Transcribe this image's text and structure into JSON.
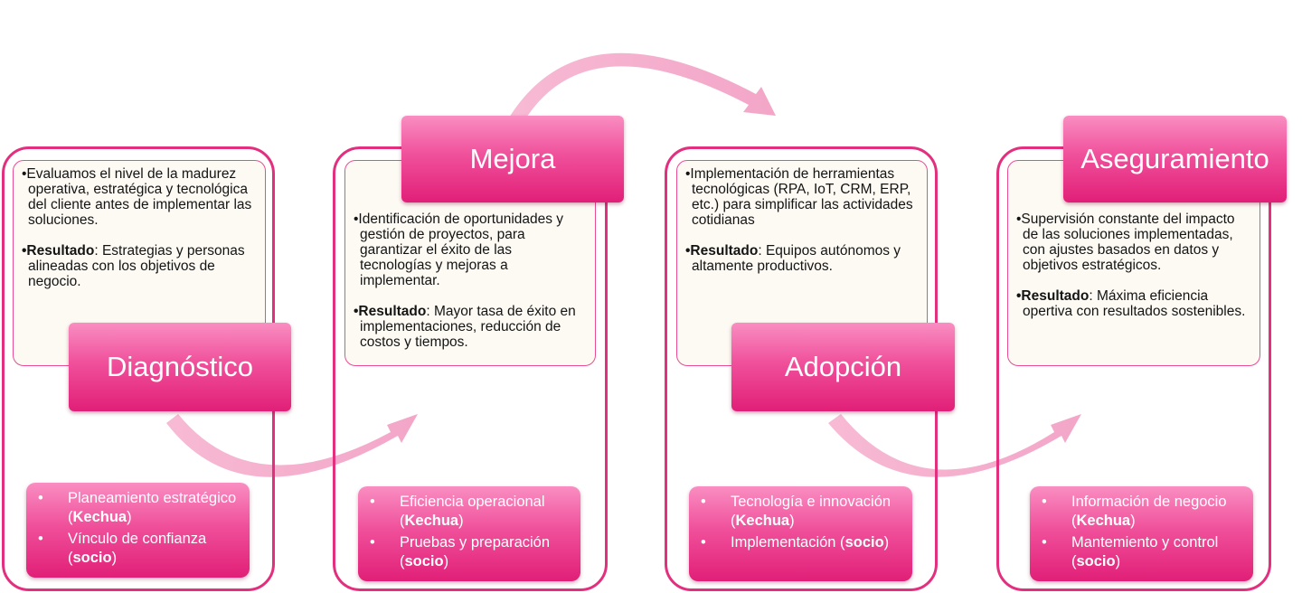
{
  "colors": {
    "stage_border": "#e2307f",
    "title_fill": "#e11f78",
    "arrow": "#f6b3cf",
    "desc_fill": "#fdfaf4"
  },
  "stages": [
    {
      "title": "Diagnóstico",
      "desc": [
        {
          "bold": "",
          "text": "•Evaluamos el nivel de la madurez operativa, estratégica y tecnológica del cliente antes de implementar las soluciones."
        },
        {
          "bold": "•Resultado",
          "text": ": Estrategias y personas alineadas con los objetivos de negocio."
        }
      ],
      "deliverables": [
        {
          "text": "Planeamiento estratégico (",
          "bold": "Kechua",
          "after": ")"
        },
        {
          "text": "Vínculo de confianza (",
          "bold": "socio",
          "after": ")"
        }
      ]
    },
    {
      "title": "Mejora",
      "desc": [
        {
          "bold": "",
          "text": "•Identificación de oportunidades y gestión de proyectos, para garantizar el éxito de las tecnologías y mejoras a implementar."
        },
        {
          "bold": "•Resultado",
          "text": ": Mayor tasa de éxito en implementaciones, reducción de costos y tiempos."
        }
      ],
      "deliverables": [
        {
          "text": "Eficiencia operacional (",
          "bold": "Kechua",
          "after": ")"
        },
        {
          "text": "Pruebas y preparación (",
          "bold": "socio",
          "after": ")"
        }
      ]
    },
    {
      "title": "Adopción",
      "desc": [
        {
          "bold": "",
          "text": "•Implementación de herramientas tecnológicas (RPA, IoT, CRM, ERP, etc.) para simplificar las actividades cotidianas"
        },
        {
          "bold": "•Resultado",
          "text": ": Equipos autónomos y altamente productivos."
        }
      ],
      "deliverables": [
        {
          "text": "Tecnología e innovación (",
          "bold": "Kechua",
          "after": ")"
        },
        {
          "text": "Implementación (",
          "bold": "socio",
          "after": ")"
        }
      ]
    },
    {
      "title": "Aseguramiento",
      "desc": [
        {
          "bold": "",
          "text": "•Supervisión constante del impacto de las soluciones implementadas, con ajustes basados en datos y objetivos estratégicos."
        },
        {
          "bold": "•Resultado",
          "text": ": Máxima eficiencia opertiva con resultados sostenibles."
        }
      ],
      "deliverables": [
        {
          "text": "Información de negocio (",
          "bold": "Kechua",
          "after": ")"
        },
        {
          "text": "Mantemiento y control (",
          "bold": "socio",
          "after": ")"
        }
      ]
    }
  ]
}
